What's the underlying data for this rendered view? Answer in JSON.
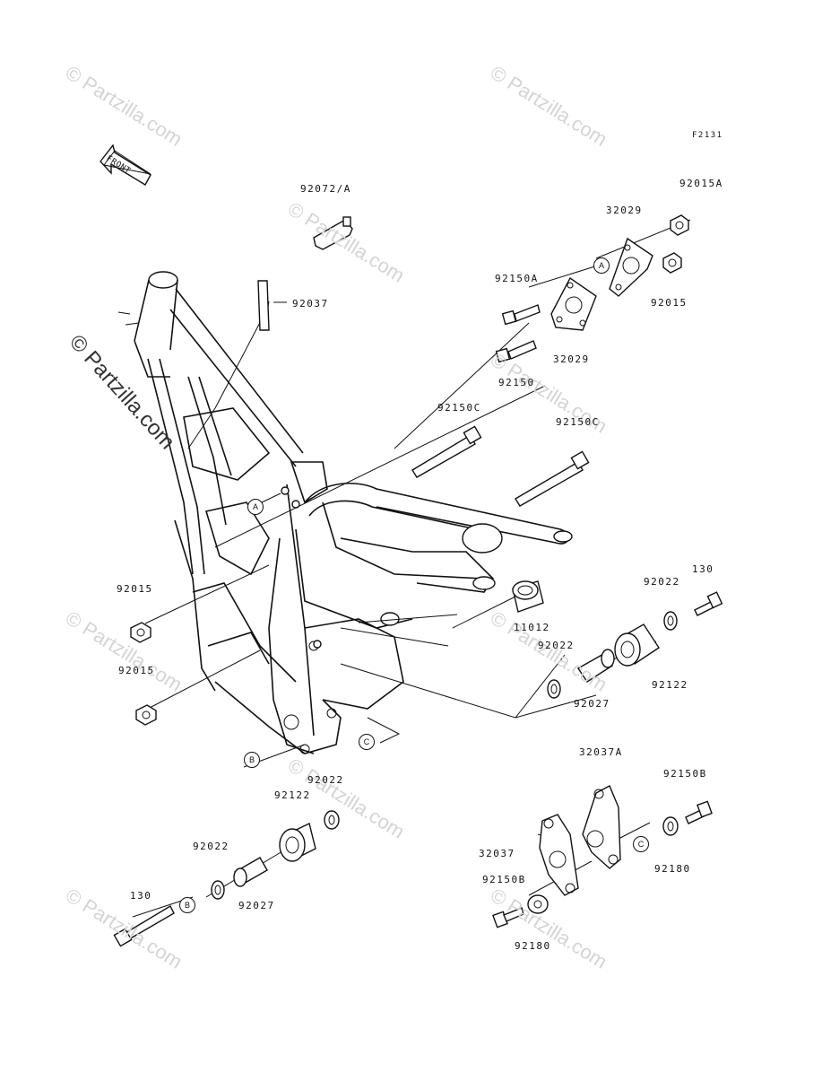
{
  "watermarks": [
    "© Partzilla.com",
    "© Partzilla.com",
    "© Partzilla.com",
    "© Partzilla.com",
    "© Partzilla.com",
    "© Partzilla.com",
    "© Partzilla.com",
    "© Partzilla.com",
    "© Partzilla.com",
    "© Partzilla.com"
  ],
  "figure_code": "F2131",
  "front_arrow": "FRONT",
  "callouts": [
    "A",
    "A",
    "B",
    "B",
    "C",
    "C"
  ],
  "parts": {
    "p92072A": "92072/A",
    "p92015A": "92015A",
    "p32029_top": "32029",
    "p92150A": "92150A",
    "p92015_right": "92015",
    "p32029_bottom": "32029",
    "p92150": "92150",
    "p92037": "92037",
    "p92150C_left": "92150C",
    "p92150C_right": "92150C",
    "p130_right": "130",
    "p92022_right": "92022",
    "p11012": "11012",
    "p92022_mid": "92022",
    "p92027_right": "92027",
    "p92122_right": "92122",
    "p92015_left1": "92015",
    "p92015_left2": "92015",
    "p92022_bottom1": "92022",
    "p92122_bottom": "92122",
    "p92022_bottom2": "92022",
    "p130_bottom": "130",
    "p92027_bottom": "92027",
    "p32037A": "32037A",
    "p92150B_right": "92150B",
    "p32037": "32037",
    "p92180_right": "92180",
    "p92150B_left": "92150B",
    "p92180_bottom": "92180"
  }
}
